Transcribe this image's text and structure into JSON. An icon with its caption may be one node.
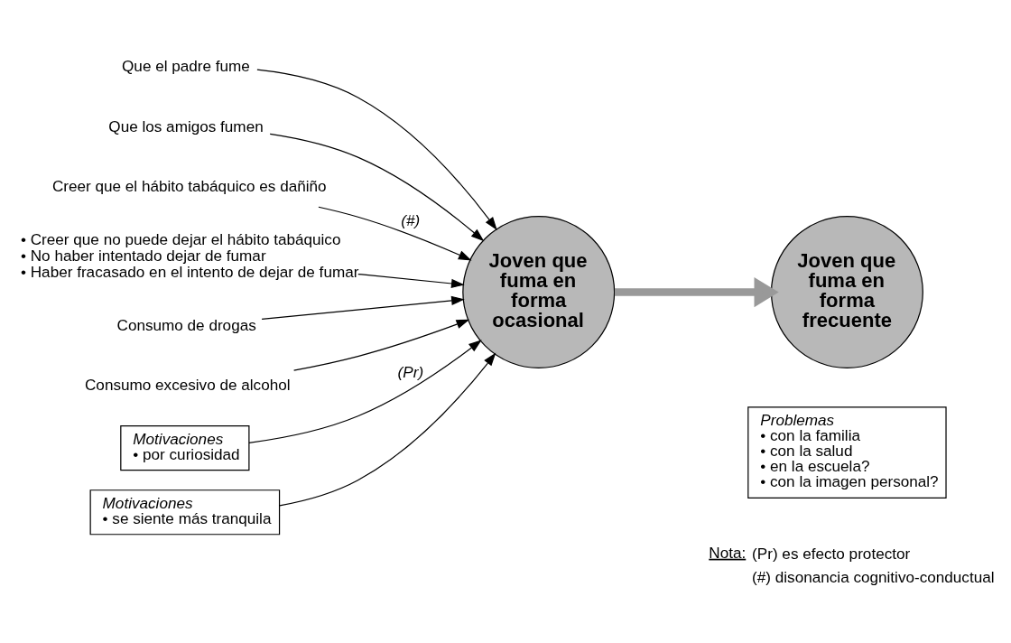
{
  "diagram": {
    "nodes": [
      {
        "text": [
          "Que el padre fume"
        ]
      },
      {
        "text": [
          "Que los amigos fumen"
        ]
      },
      {
        "text": [
          "Creer que el hábito tabáquico es dañiño"
        ]
      },
      {
        "text": [
          "• Creer que no puede dejar el hábito tabáquico",
          "• No haber intentado dejar de fumar",
          "• Haber fracasado en el intento de dejar de fumar"
        ]
      },
      {
        "text": [
          "Consumo de drogas"
        ]
      },
      {
        "text": [
          "Consumo excesivo de alcohol"
        ]
      },
      {
        "text": [
          "Motivaciones",
          "• por curiosidad"
        ]
      },
      {
        "text": [
          "Motivaciones",
          "• se siente más tranquila"
        ]
      },
      {
        "text": [
          "Joven que fuma en forma ocasional"
        ]
      },
      {
        "text": [
          "Joven que fuma en forma frecuente"
        ]
      },
      {
        "text": [
          "Problemas",
          "• con la familia",
          "• con la salud",
          "• en la escuela?",
          "• con la imagen personal?"
        ]
      }
    ],
    "edges": [
      {
        "from": 0,
        "to": 8,
        "arrow": "to"
      },
      {
        "from": 1,
        "to": 8,
        "arrow": "to"
      },
      {
        "from": 2,
        "to": 8,
        "arrow": "to",
        "label": "(#)"
      },
      {
        "from": 3,
        "to": 8,
        "arrow": "to"
      },
      {
        "from": 4,
        "to": 8,
        "arrow": "to"
      },
      {
        "from": 5,
        "to": 8,
        "arrow": "to"
      },
      {
        "from": 6,
        "to": 8,
        "arrow": "to",
        "label": "(Pr)"
      },
      {
        "from": 7,
        "to": 8,
        "arrow": "to"
      },
      {
        "from": 8,
        "to": 9,
        "arrow": "to",
        "style": "thick",
        "color": "#999999"
      }
    ],
    "labels": [
      "Nota:",
      "(Pr) es efecto protector",
      "(#) disonancia cognitivo-conductual"
    ]
  }
}
